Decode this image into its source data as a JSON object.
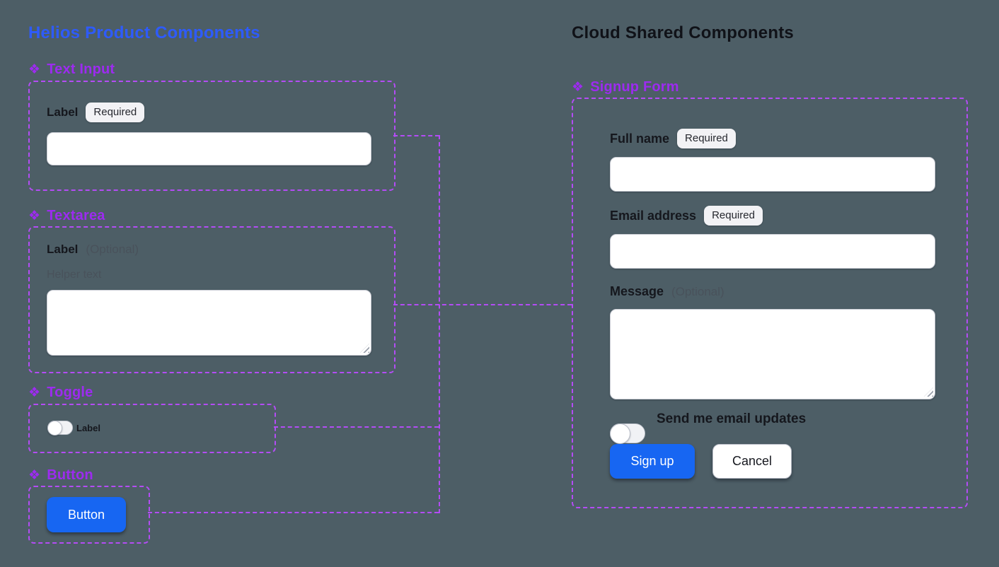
{
  "icons": {
    "section_diamond": "❖"
  },
  "colors": {
    "background": "#4d5e66",
    "title_blue": "#2e5bfc",
    "title_dark": "#101218",
    "purple_header": "#9d2bf0",
    "purple_dashed": "#b44cf5",
    "button_blue": "#1766f2",
    "badge_bg": "#f2f2f5",
    "field_bg": "#ffffff",
    "field_border": "#c9ccd4",
    "text_dark": "#15171d",
    "text_muted": "#49525b"
  },
  "left": {
    "title": "Helios Product Components",
    "text_input": {
      "header": "Text Input",
      "label": "Label",
      "badge": "Required",
      "value": ""
    },
    "textarea": {
      "header": "Textarea",
      "label": "Label",
      "optional": "(Optional)",
      "helper": "Helper text",
      "value": ""
    },
    "toggle": {
      "header": "Toggle",
      "label": "Label",
      "state": "off"
    },
    "button": {
      "header": "Button",
      "label": "Button"
    }
  },
  "right": {
    "title": "Cloud Shared Components",
    "signup": {
      "header": "Signup Form",
      "full_name": {
        "label": "Full name",
        "badge": "Required",
        "value": ""
      },
      "email": {
        "label": "Email address",
        "badge": "Required",
        "value": ""
      },
      "message": {
        "label": "Message",
        "optional": "(Optional)",
        "value": ""
      },
      "updates_toggle": {
        "label": "Send me email updates",
        "state": "off"
      },
      "submit_label": "Sign up",
      "cancel_label": "Cancel"
    }
  }
}
